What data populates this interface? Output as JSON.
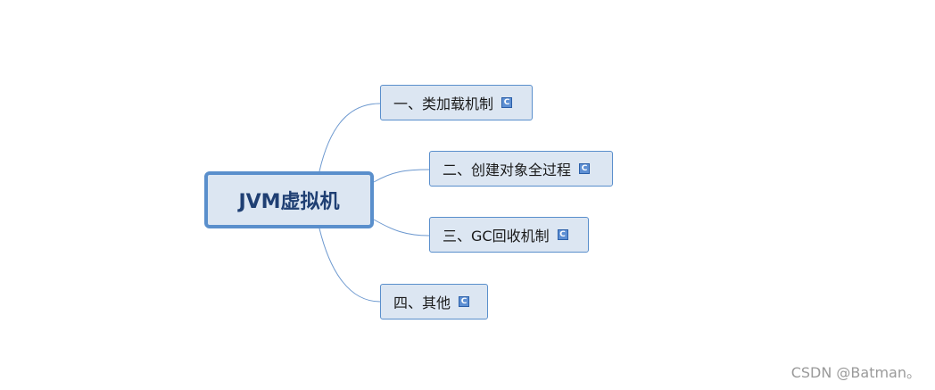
{
  "mindmap": {
    "root": {
      "label": "JVM虚拟机"
    },
    "branches": [
      {
        "label": "一、类加载机制",
        "icon": "c-icon",
        "icon_glyph": "C"
      },
      {
        "label": "二、创建对象全过程",
        "icon": "c-icon",
        "icon_glyph": "C"
      },
      {
        "label": "三、GC回收机制",
        "icon": "c-icon",
        "icon_glyph": "C"
      },
      {
        "label": "四、其他",
        "icon": "c-icon",
        "icon_glyph": "C"
      }
    ]
  },
  "watermark": {
    "text": "CSDN @Batman。"
  },
  "colors": {
    "node_fill": "#dce6f2",
    "node_border": "#5a8fcc",
    "root_text": "#1f3f73",
    "connector": "#6c98cf",
    "icon_fill": "#5d8fd3"
  }
}
